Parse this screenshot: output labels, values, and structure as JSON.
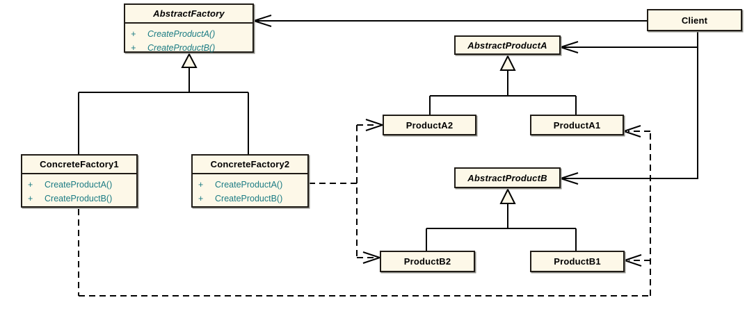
{
  "diagram": {
    "kind": "uml-class-diagram",
    "colors": {
      "background": "#ffffff",
      "box_fill": "#fdf8e8",
      "box_border": "#1f1b16",
      "title_text": "#000000",
      "method_text": "#1a7b83",
      "connector": "#000000"
    },
    "classes": {
      "abstractFactory": {
        "name": "AbstractFactory",
        "abstract": true,
        "methods": [
          {
            "vis": "+",
            "sig": "CreateProductA()"
          },
          {
            "vis": "+",
            "sig": "CreateProductB()"
          }
        ]
      },
      "concreteFactory1": {
        "name": "ConcreteFactory1",
        "abstract": false,
        "methods": [
          {
            "vis": "+",
            "sig": "CreateProductA()"
          },
          {
            "vis": "+",
            "sig": "CreateProductB()"
          }
        ]
      },
      "concreteFactory2": {
        "name": "ConcreteFactory2",
        "abstract": false,
        "methods": [
          {
            "vis": "+",
            "sig": "CreateProductA()"
          },
          {
            "vis": "+",
            "sig": "CreateProductB()"
          }
        ]
      },
      "client": {
        "name": "Client",
        "abstract": false
      },
      "abstractProductA": {
        "name": "AbstractProductA",
        "abstract": true
      },
      "productA2": {
        "name": "ProductA2",
        "abstract": false
      },
      "productA1": {
        "name": "ProductA1",
        "abstract": false
      },
      "abstractProductB": {
        "name": "AbstractProductB",
        "abstract": true
      },
      "productB2": {
        "name": "ProductB2",
        "abstract": false
      },
      "productB1": {
        "name": "ProductB1",
        "abstract": false
      }
    },
    "relationships": [
      {
        "type": "association",
        "from": "Client",
        "to": "AbstractFactory",
        "style": "solid-open-arrow"
      },
      {
        "type": "association",
        "from": "Client",
        "to": "AbstractProductA",
        "style": "solid-open-arrow"
      },
      {
        "type": "association",
        "from": "Client",
        "to": "AbstractProductB",
        "style": "solid-open-arrow"
      },
      {
        "type": "generalization",
        "from": "ConcreteFactory1",
        "to": "AbstractFactory",
        "style": "solid-hollow-triangle"
      },
      {
        "type": "generalization",
        "from": "ConcreteFactory2",
        "to": "AbstractFactory",
        "style": "solid-hollow-triangle"
      },
      {
        "type": "generalization",
        "from": "ProductA2",
        "to": "AbstractProductA",
        "style": "solid-hollow-triangle"
      },
      {
        "type": "generalization",
        "from": "ProductA1",
        "to": "AbstractProductA",
        "style": "solid-hollow-triangle"
      },
      {
        "type": "generalization",
        "from": "ProductB2",
        "to": "AbstractProductB",
        "style": "solid-hollow-triangle"
      },
      {
        "type": "generalization",
        "from": "ProductB1",
        "to": "AbstractProductB",
        "style": "solid-hollow-triangle"
      },
      {
        "type": "dependency",
        "from": "ConcreteFactory2",
        "to": "ProductA2",
        "style": "dashed-open-arrow"
      },
      {
        "type": "dependency",
        "from": "ConcreteFactory2",
        "to": "ProductB2",
        "style": "dashed-open-arrow"
      },
      {
        "type": "dependency",
        "from": "ConcreteFactory1",
        "to": "ProductA1",
        "style": "dashed-open-arrow"
      },
      {
        "type": "dependency",
        "from": "ConcreteFactory1",
        "to": "ProductB1",
        "style": "dashed-open-arrow"
      }
    ]
  }
}
